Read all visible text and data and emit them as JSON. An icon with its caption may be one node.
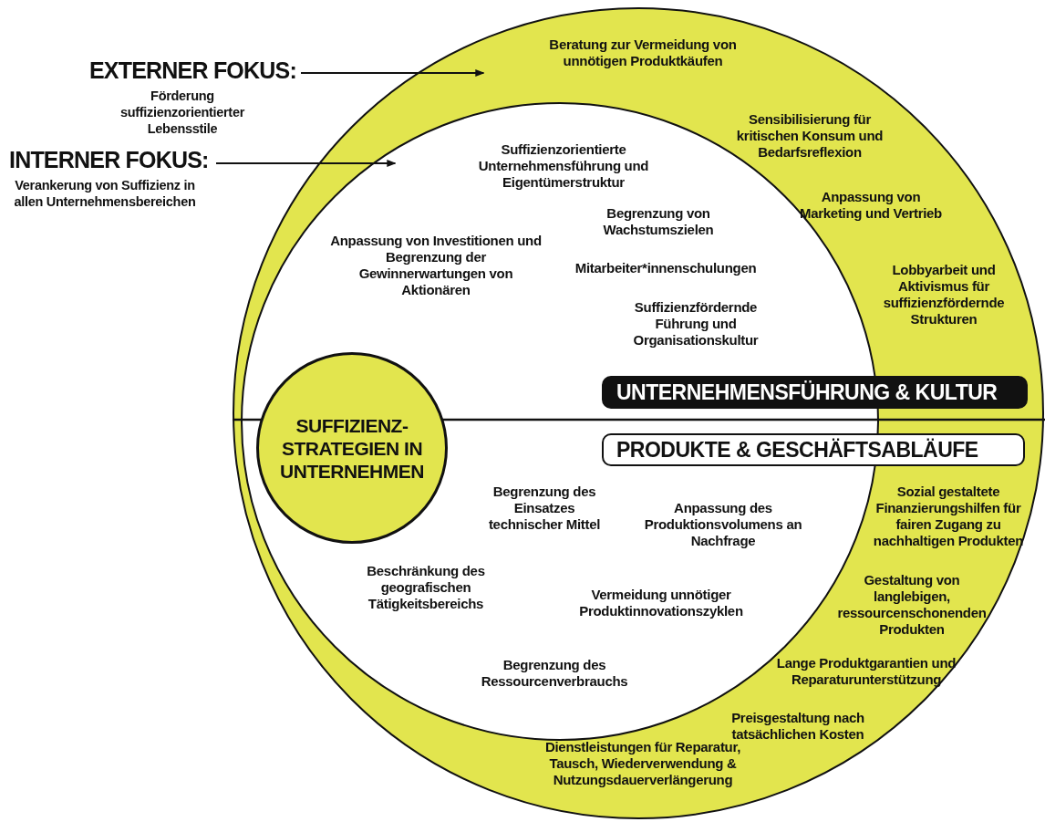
{
  "diagram": {
    "nodes": [
      {
        "text": [],
        "shape": "circle"
      },
      {
        "text": [],
        "shape": "circle",
        "in": 0
      },
      {
        "text": [
          "EXTERNER FOKUS:",
          "Förderung suffizienzorientierter Lebensstile"
        ]
      },
      {
        "text": [
          "INTERNER FOKUS:",
          "Verankerung von Suffizienz in allen Unternehmensbereichen"
        ]
      },
      {
        "text": [
          "SUFFIZIENZ-STRATEGIEN IN UNTERNEHMEN"
        ],
        "in": 1
      },
      {
        "text": [
          "UNTERNEHMENSFÜHRUNG & KULTUR"
        ],
        "in": 0
      },
      {
        "text": [
          "PRODUKTE & GESCHÄFTSABLÄUFE"
        ],
        "in": 0
      }
    ],
    "edges": [
      {
        "from": 2,
        "to": 0,
        "arrow": "to"
      },
      {
        "from": 3,
        "to": 1,
        "arrow": "to"
      }
    ],
    "labels": [
      "Beratung zur Vermeidung von unnötigen Produktkäufen",
      "Sensibilisierung für kritischen Konsum und Bedarfsreflexion",
      "Suffizienzorientierte Unternehmensführung und Eigentümerstruktur",
      "Anpassung von Marketing und Vertrieb",
      "Begrenzung von Wachstumszielen",
      "Anpassung von Investitionen und Begrenzung der Gewinnerwartungen von Aktionären",
      "Mitarbeiter*innenschulungen",
      "Lobbyarbeit und Aktivismus für suffizienzfördernde Strukturen",
      "Suffizienzfördernde Führung und Organisationskultur",
      "Sozial gestaltete Finanzierungshilfen für fairen Zugang zu nachhaltigen Produkten",
      "Begrenzung des Einsatzes technischer Mittel",
      "Anpassung des Produktionsvolumens an Nachfrage",
      "Beschränkung des geografischen Tätigkeitsbereichs",
      "Gestaltung von langlebigen, ressourcenschonenden Produkten",
      "Vermeidung unnötiger Produktinnovationszyklen",
      "Begrenzung des Ressourcenverbrauchs",
      "Lange Produktgarantien und Reparaturunterstützung",
      "Preisgestaltung nach tatsächlichen Kosten",
      "Dienstleistungen für Reparatur, Tausch, Wiederverwendung & Nutzungsdauerverlängerung"
    ]
  }
}
